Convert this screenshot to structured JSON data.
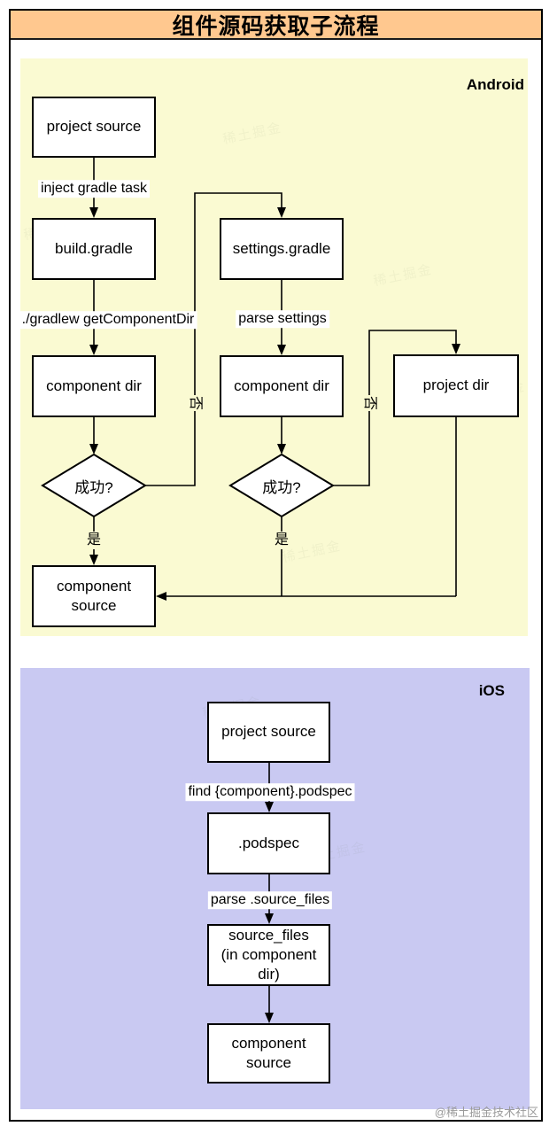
{
  "title": "组件源码获取子流程",
  "watermark": "@稀土掘金技术社区",
  "ghost_watermark": "稀土掘金",
  "colors": {
    "header-bg": "#ffc88f",
    "android-bg": "#fafad2",
    "ios-bg": "#c9c9f2",
    "node-bg": "#ffffff",
    "line": "#000000",
    "watermark": "#9a9a9a"
  },
  "android": {
    "label": "Android",
    "nodes": {
      "project_source": "project source",
      "build_gradle": "build.gradle",
      "settings_gradle": "settings.gradle",
      "component_dir_left": "component dir",
      "component_dir_mid": "component dir",
      "project_dir": "project dir",
      "decision_left": "成功?",
      "decision_mid": "成功?",
      "component_source": "component\nsource"
    },
    "edge_labels": {
      "inject": "inject gradle task",
      "gradlew": "./gradlew getComponentDir",
      "parse_settings": "parse settings",
      "no_left": "否",
      "no_mid": "否",
      "yes_left": "是",
      "yes_mid": "是"
    }
  },
  "ios": {
    "label": "iOS",
    "nodes": {
      "project_source": "project source",
      "podspec": ".podspec",
      "source_files": "source_files\n(in component dir)",
      "component_source": "component\nsource"
    },
    "edge_labels": {
      "find_podspec": "find {component}.podspec",
      "parse_source_files": "parse .source_files"
    }
  }
}
